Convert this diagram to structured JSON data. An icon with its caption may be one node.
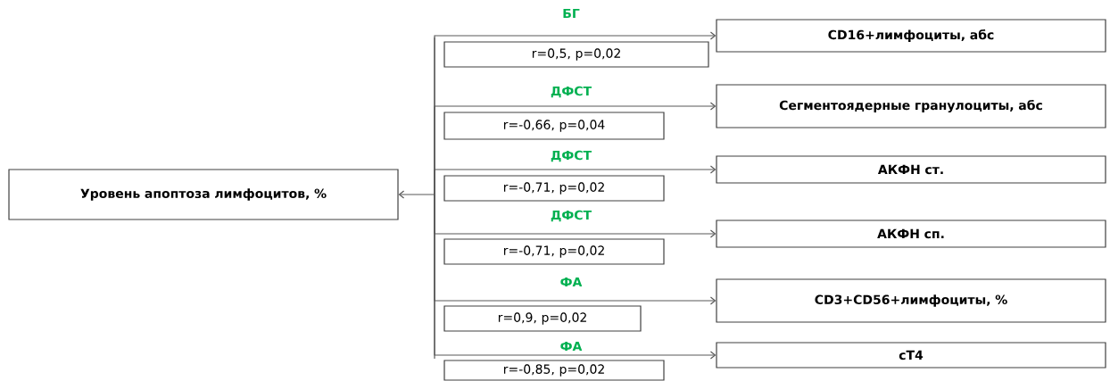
{
  "diagram": {
    "nodes": [
      {
        "text": [
          "Уровень апоптоза лимфоцитов, %"
        ]
      },
      {
        "text": [
          "CD16+лимфоциты, абс"
        ]
      },
      {
        "text": [
          "Сегментоядерные гранулоциты, абс"
        ]
      },
      {
        "text": [
          "АКФН ст."
        ]
      },
      {
        "text": [
          "АКФН сп."
        ]
      },
      {
        "text": [
          "CD3+CD56+лимфоциты, %"
        ]
      },
      {
        "text": [
          "сТ4"
        ]
      },
      {
        "text": [
          "r=0,5, p=0,02"
        ]
      },
      {
        "text": [
          "r=-0,66, p=0,04"
        ]
      },
      {
        "text": [
          "r=-0,71, p=0,02"
        ]
      },
      {
        "text": [
          "r=-0,71, p=0,02"
        ]
      },
      {
        "text": [
          "r=0,9, p=0,02"
        ]
      },
      {
        "text": [
          "r=-0,85, p=0,02"
        ]
      }
    ],
    "edges": [
      {
        "from": 0,
        "to": 1,
        "arrow": "both",
        "label": "БГ"
      },
      {
        "from": 0,
        "to": 2,
        "arrow": "both",
        "label": "ДФСТ"
      },
      {
        "from": 0,
        "to": 3,
        "arrow": "both",
        "label": "ДФСТ"
      },
      {
        "from": 0,
        "to": 4,
        "arrow": "both",
        "label": "ДФСТ"
      },
      {
        "from": 0,
        "to": 5,
        "arrow": "both",
        "label": "ФА"
      },
      {
        "from": 0,
        "to": 6,
        "arrow": "both",
        "label": "ФА"
      }
    ]
  }
}
